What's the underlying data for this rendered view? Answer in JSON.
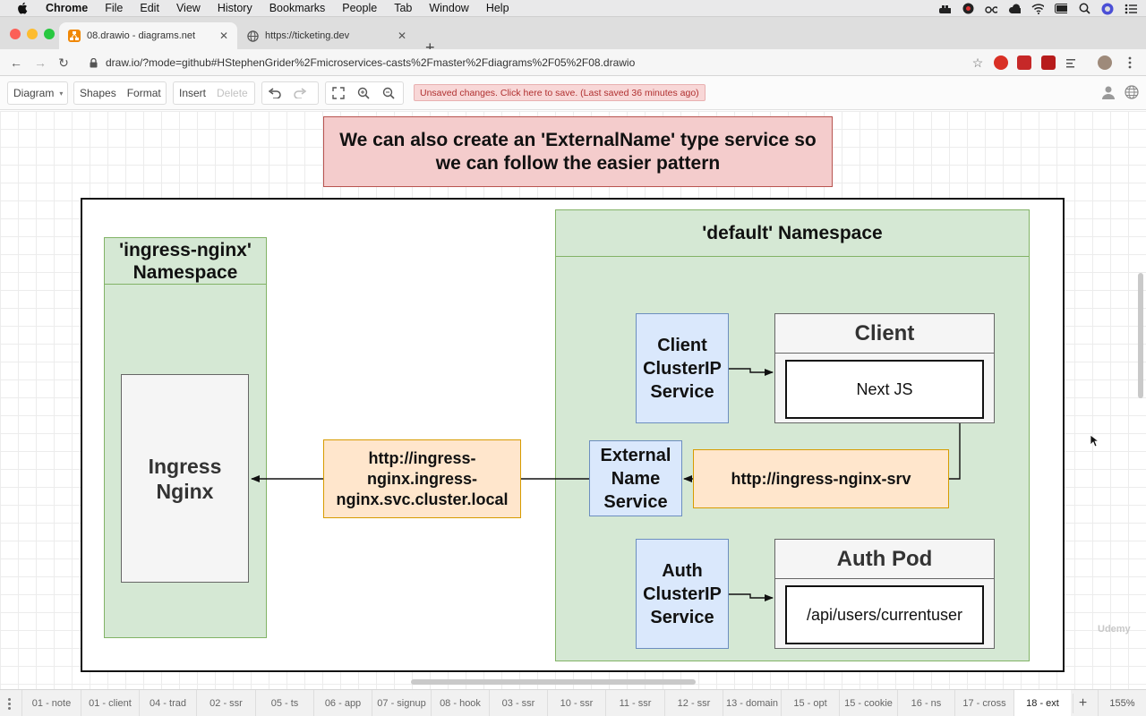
{
  "menubar": {
    "app_name": "Chrome",
    "items": [
      "File",
      "Edit",
      "View",
      "History",
      "Bookmarks",
      "People",
      "Tab",
      "Window",
      "Help"
    ]
  },
  "browser": {
    "tabs": [
      {
        "title": "08.drawio - diagrams.net",
        "active": true
      },
      {
        "title": "https://ticketing.dev",
        "active": false
      }
    ],
    "url": "draw.io/?mode=github#HStephenGrider%2Fmicroservices-casts%2Fmaster%2Fdiagrams%2F05%2F08.drawio"
  },
  "toolbar": {
    "diagram_label": "Diagram",
    "shapes_label": "Shapes",
    "format_label": "Format",
    "insert_label": "Insert",
    "delete_label": "Delete",
    "unsaved_message": "Unsaved changes. Click here to save. (Last saved 36 minutes ago)"
  },
  "diagram": {
    "note": "We can also create an 'ExternalName' type service so we can follow the easier pattern",
    "ingress_namespace": {
      "title": "'ingress-nginx' Namespace",
      "pod_label": "Ingress Nginx"
    },
    "ingress_address": "http://ingress-nginx.ingress-nginx.svc.cluster.local",
    "default_namespace": {
      "title": "'default' Namespace",
      "client_service": "Client ClusterIP Service",
      "client_pod_title": "Client",
      "client_pod_content": "Next JS",
      "external_name_service": "External Name Service",
      "external_target": "http://ingress-nginx-srv",
      "auth_service": "Auth ClusterIP Service",
      "auth_pod_title": "Auth Pod",
      "auth_pod_content": "/api/users/currentuser"
    },
    "colors": {
      "note_fill": "#f4cccc",
      "namespace_fill": "#d5e8d4",
      "service_fill": "#dae8fc",
      "address_fill": "#ffe6cc",
      "pod_fill": "#f5f5f5"
    }
  },
  "pages": {
    "tabs": [
      "01 - note",
      "01 - client",
      "04 - trad",
      "02 - ssr",
      "05 - ts",
      "06 - app",
      "07 - signup",
      "08 - hook",
      "03 - ssr",
      "10 - ssr",
      "11 - ssr",
      "12 - ssr",
      "13 - domain",
      "15 - opt",
      "15 - cookie",
      "16 - ns",
      "17 - cross",
      "18 - ext"
    ],
    "active": "18 - ext",
    "zoom": "155%"
  },
  "watermark": "Udemy"
}
